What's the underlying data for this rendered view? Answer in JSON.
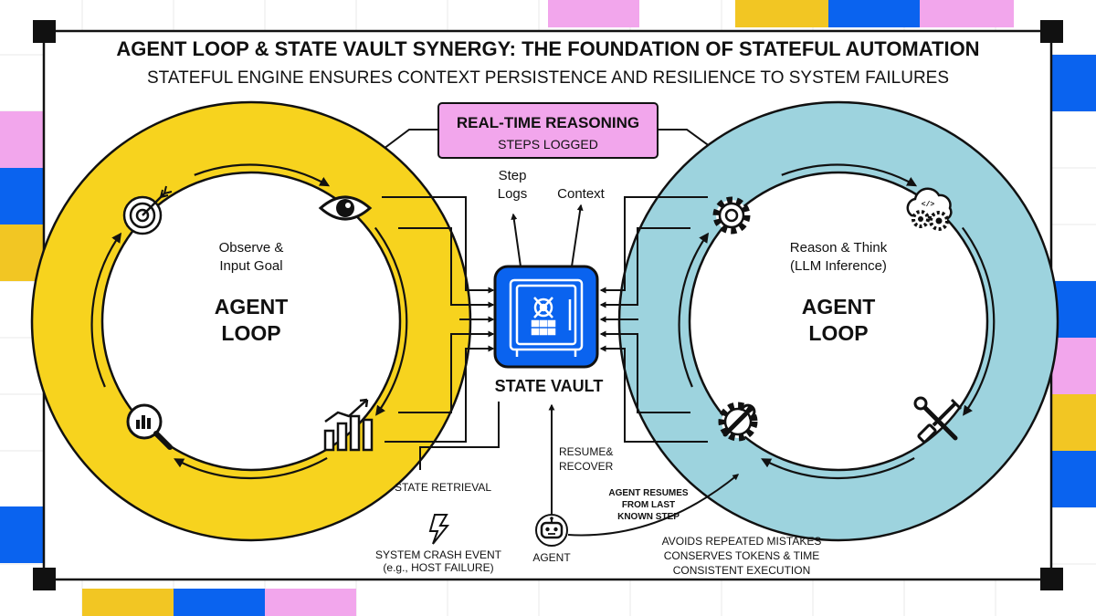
{
  "title": "AGENT LOOP & STATE VAULT SYNERGY: THE FOUNDATION OF STATEFUL AUTOMATION",
  "subtitle": "STATEFUL ENGINE ENSURES CONTEXT PERSISTENCE AND RESILIENCE TO SYSTEM FAILURES",
  "colors": {
    "yellow": "#F7D31E",
    "teal": "#9DD3DE",
    "pink": "#F2A6EC",
    "blue": "#0A63EF",
    "gold": "#F2C623"
  },
  "realtime": {
    "title": "REAL-TIME REASONING",
    "subtitle": "STEPS LOGGED"
  },
  "vault": {
    "label": "STATE VAULT",
    "icon": "safe-icon"
  },
  "labels": {
    "step_logs_line1": "Step",
    "step_logs_line2": "Logs",
    "context": "Context",
    "state_retrieval": "STATE RETRIEVAL",
    "crash_line1": "SYSTEM CRASH EVENT",
    "crash_line2": "(e.g., HOST FAILURE)",
    "resume_line1": "RESUME&",
    "resume_line2": "RECOVER",
    "agent": "AGENT",
    "agent_resumes_line1": "AGENT RESUMES",
    "agent_resumes_line2": "FROM LAST",
    "agent_resumes_line3": "KNOWN STEP",
    "benefit1": "AVOIDS REPEATED MISTAKES",
    "benefit2": "CONSERVES TOKENS & TIME",
    "benefit3": "CONSISTENT EXECUTION"
  },
  "left_loop": {
    "caption_line1": "Observe &",
    "caption_line2": "Input Goal",
    "name_line1": "AGENT",
    "name_line2": "LOOP",
    "icons": [
      "target-icon",
      "eye-icon",
      "growth-chart-icon",
      "magnifier-chart-icon"
    ]
  },
  "right_loop": {
    "caption_line1": "Reason & Think",
    "caption_line2": "(LLM Inference)",
    "name_line1": "AGENT",
    "name_line2": "LOOP",
    "icons": [
      "gear-icon",
      "cloud-gears-icon",
      "tools-icon",
      "gear-wrench-icon"
    ]
  }
}
